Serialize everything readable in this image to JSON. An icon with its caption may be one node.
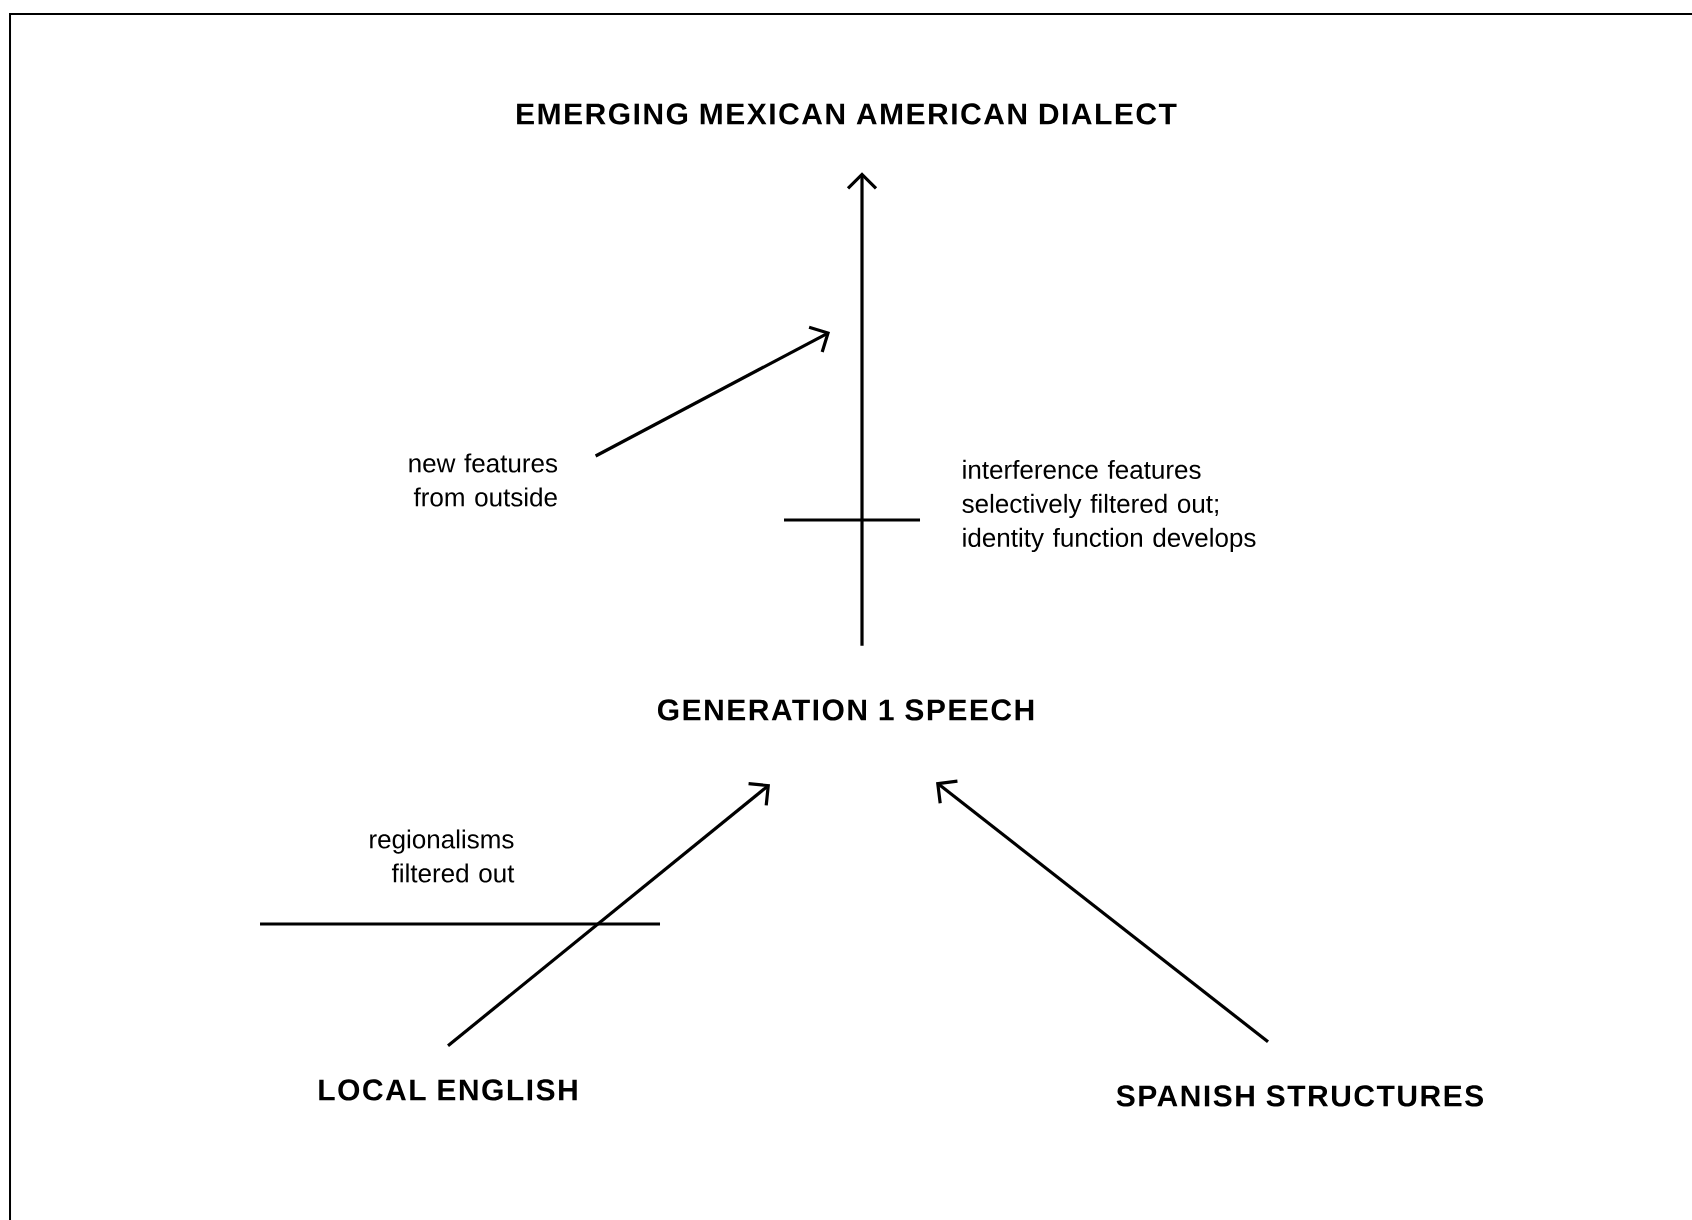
{
  "diagram": {
    "nodes": [
      {
        "text": [
          "EMERGING MEXICAN AMERICAN DIALECT"
        ]
      },
      {
        "text": [
          "GENERATION 1 SPEECH"
        ]
      },
      {
        "text": [
          "LOCAL ENGLISH"
        ]
      },
      {
        "text": [
          "SPANISH STRUCTURES"
        ]
      },
      {
        "text": [
          "new features from outside"
        ]
      }
    ],
    "edges": [
      {
        "from": 1,
        "to": 0,
        "arrow": "to"
      },
      {
        "from": 4,
        "to": null,
        "arrow": "to"
      },
      {
        "from": 2,
        "to": 1,
        "arrow": "to"
      },
      {
        "from": 3,
        "to": 1,
        "arrow": "to"
      }
    ],
    "labels": [
      "interference features selectively filtered out; identity function develops",
      "regionalisms filtered out"
    ]
  }
}
